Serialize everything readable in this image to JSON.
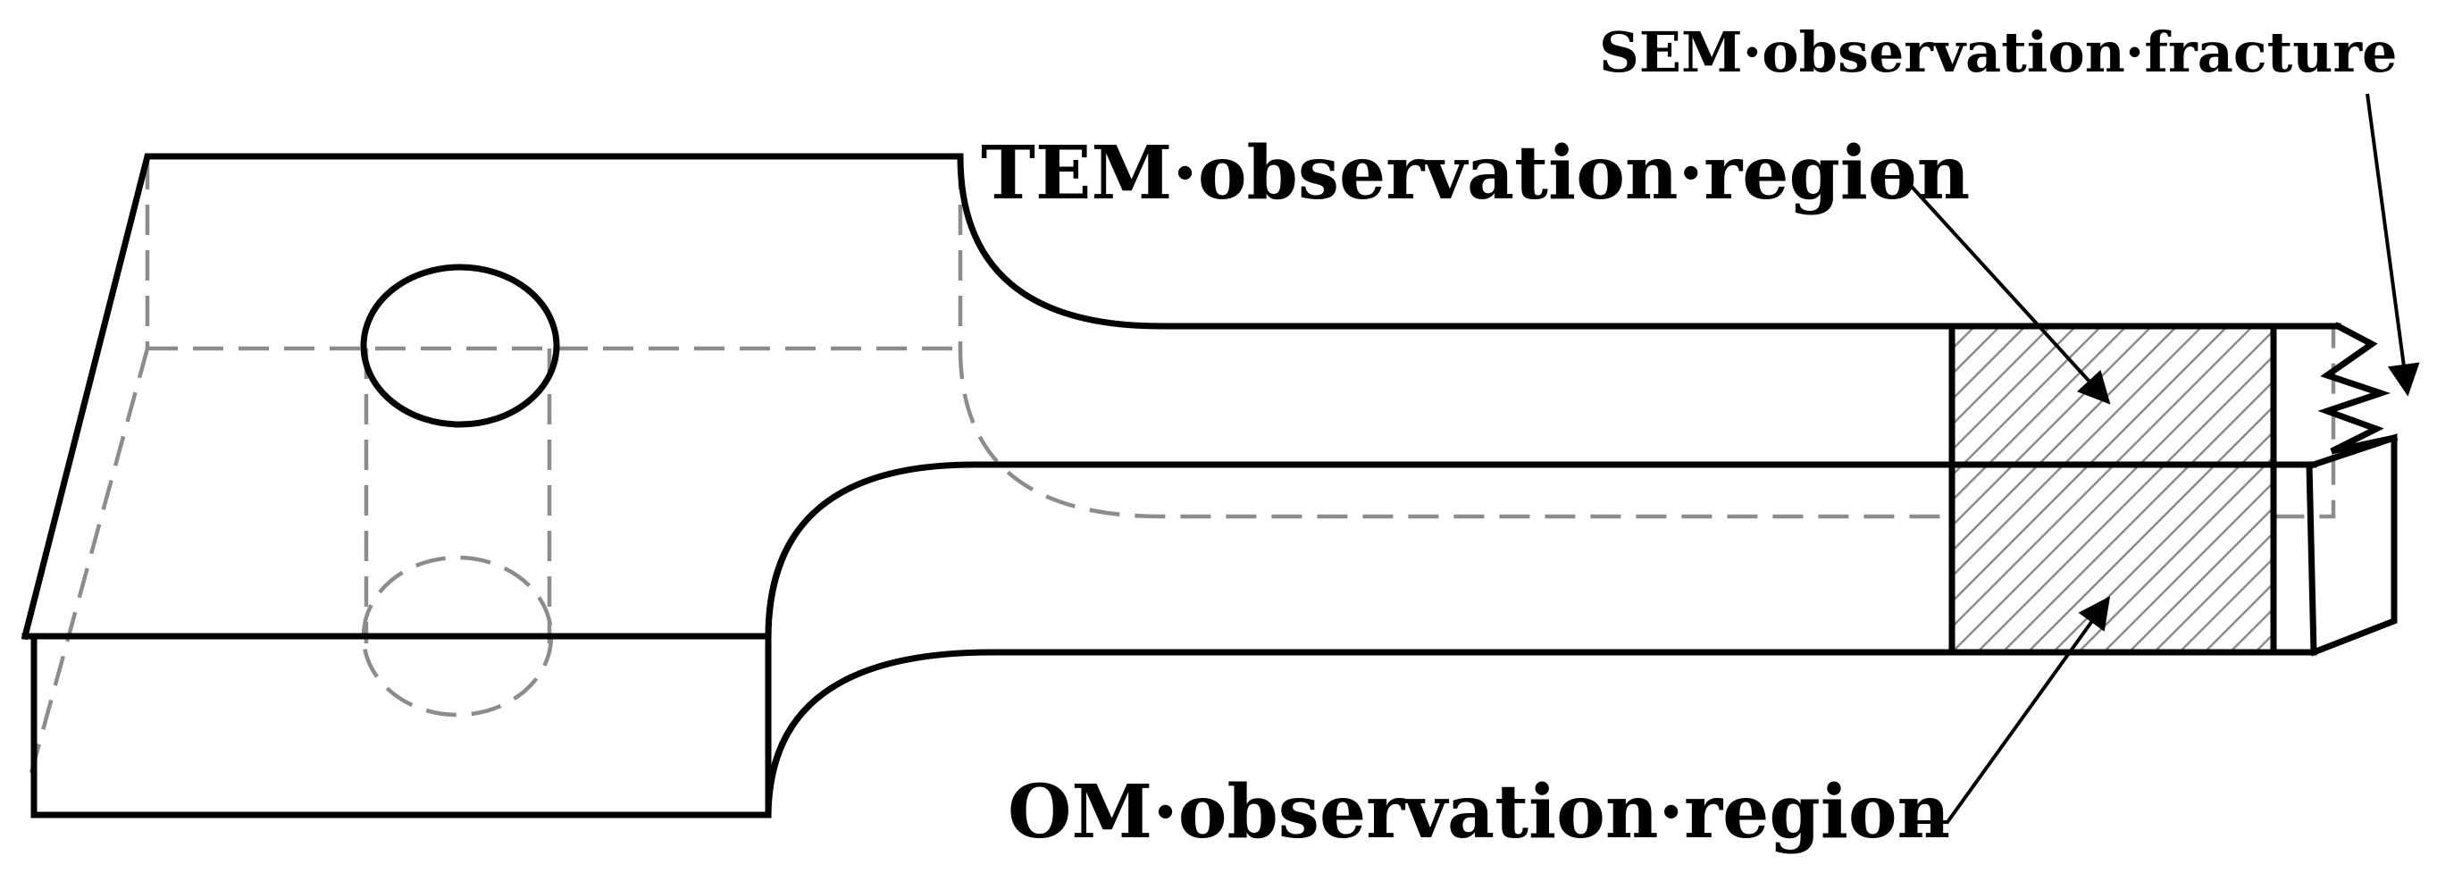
{
  "labels": {
    "sem": "SEM·observation·fracture",
    "tem": "TEM·observation·region",
    "om": "OM·observation·region"
  },
  "colors": {
    "outline": "#000000",
    "hidden_edge": "#8c8c8c",
    "hatch": "#8c8c8c"
  }
}
